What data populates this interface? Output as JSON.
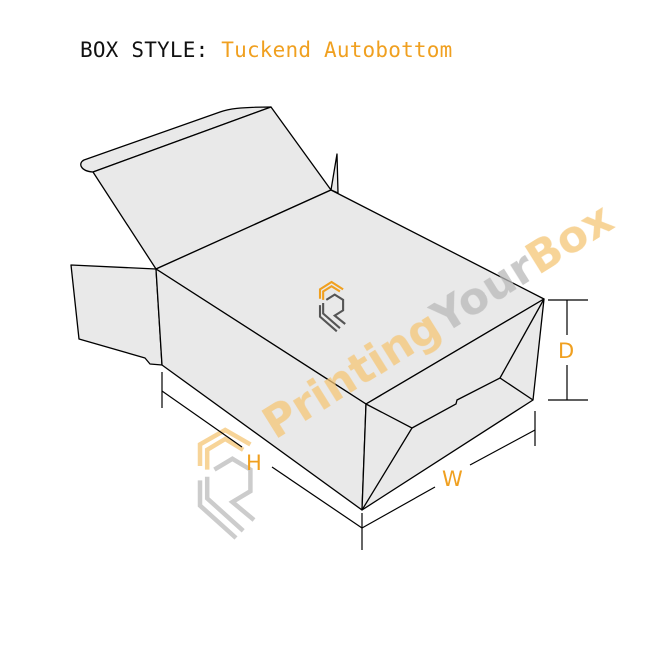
{
  "header": {
    "label": "BOX STYLE:",
    "value": "Tuckend Autobottom"
  },
  "dimensions": {
    "height_label": "H",
    "width_label": "W",
    "depth_label": "D"
  },
  "watermark": {
    "part1": "Printing",
    "part2": "Your",
    "part3": "Box"
  },
  "colors": {
    "accent": "#f0a020",
    "face": "#e9e9e9",
    "outline": "#000000",
    "watermark_orange": "#f5c676",
    "watermark_gray": "#b8b8b8"
  }
}
